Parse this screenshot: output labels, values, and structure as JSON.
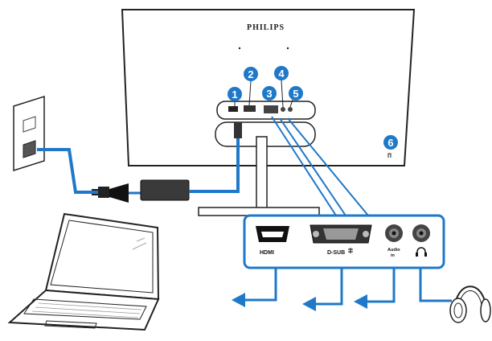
{
  "monitor": {
    "brand": "PHILIPS"
  },
  "badges": [
    {
      "number": "1"
    },
    {
      "number": "2"
    },
    {
      "number": "3"
    },
    {
      "number": "4"
    },
    {
      "number": "5"
    },
    {
      "number": "6"
    }
  ],
  "ports": [
    {
      "id": "hdmi",
      "label": "HDMI"
    },
    {
      "id": "dsub",
      "label": "D-SUB"
    },
    {
      "id": "audio-in",
      "label_line1": "Audio",
      "label_line2": "in"
    },
    {
      "id": "headphone",
      "label": "headphone-glyph"
    }
  ],
  "colors": {
    "accent": "#1f78c8",
    "badge": "#1f78c8",
    "line": "#222222"
  }
}
